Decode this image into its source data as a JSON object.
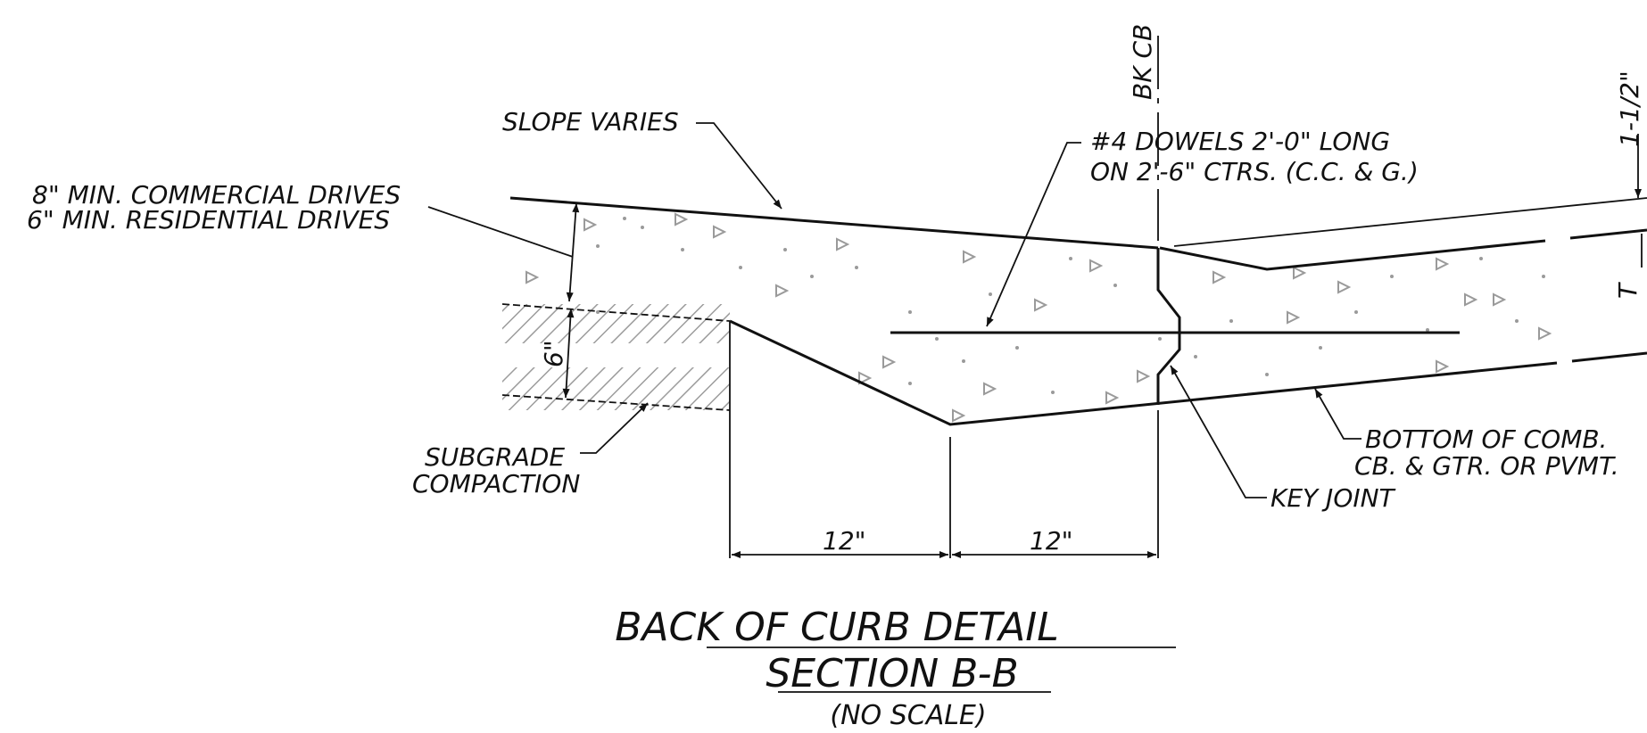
{
  "labels": {
    "bk_cb": "BK CB",
    "slope_varies": "SLOPE VARIES",
    "min_commercial": "8\" MIN. COMMERCIAL DRIVES",
    "min_residential": "6\" MIN. RESIDENTIAL DRIVES",
    "dowels_line1": "#4 DOWELS 2'-0\" LONG",
    "dowels_line2": "ON 2'-6\" CTRS. (C.C. & G.)",
    "one_half_inch": "1-1/2\"",
    "t_mark": "T",
    "six_inch": "6\"",
    "subgrade_line1": "SUBGRADE",
    "subgrade_line2": "COMPACTION",
    "bottom_line1": "BOTTOM OF COMB.",
    "bottom_line2": "CB. & GTR. OR PVMT.",
    "key_joint": "KEY JOINT",
    "dim_left": "12\"",
    "dim_right": "12\""
  },
  "title": {
    "line1": "BACK OF CURB DETAIL",
    "line2": "SECTION B-B",
    "line3": "(NO SCALE)"
  }
}
